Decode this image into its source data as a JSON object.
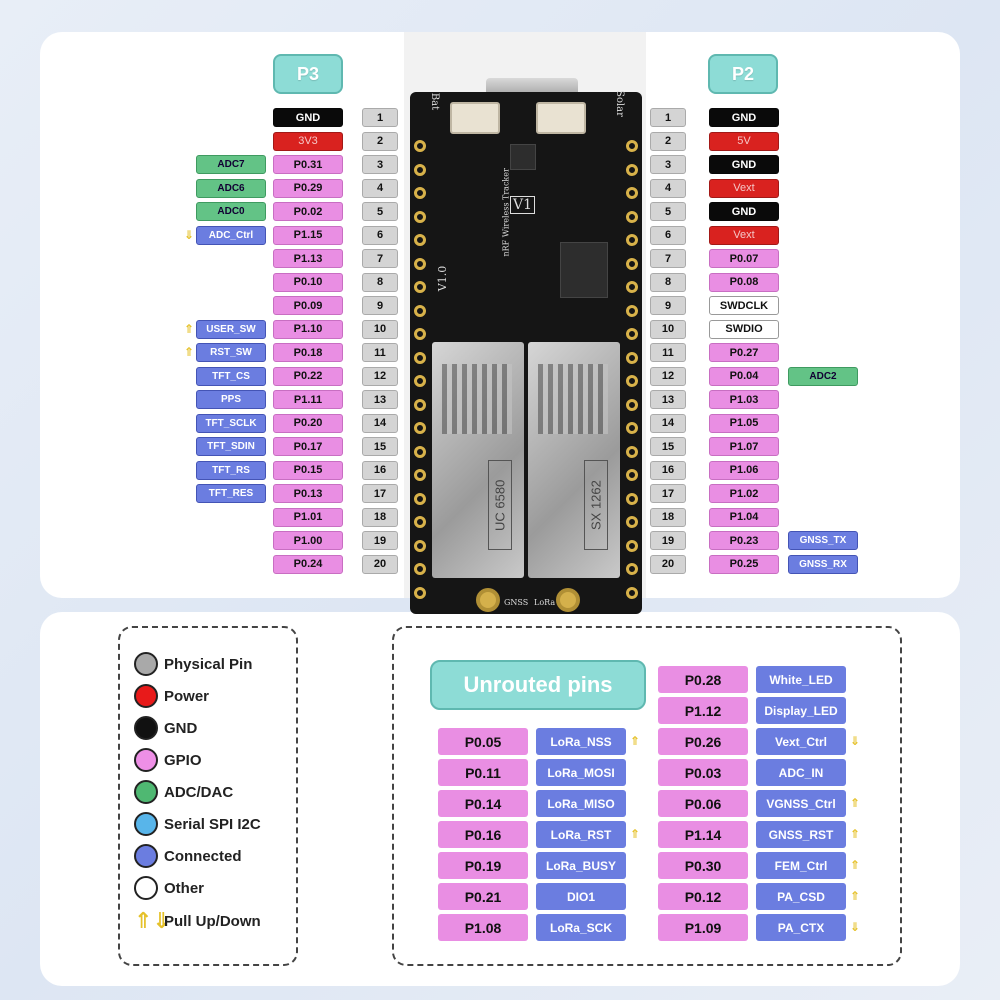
{
  "p3": {
    "title": "P3",
    "pins": [
      {
        "n": "1",
        "sig": "GND",
        "type": "gnd"
      },
      {
        "n": "2",
        "sig": "3V3",
        "type": "power"
      },
      {
        "n": "3",
        "sig": "P0.31",
        "type": "gpio",
        "label": "ADC7",
        "ltype": "adc"
      },
      {
        "n": "4",
        "sig": "P0.29",
        "type": "gpio",
        "label": "ADC6",
        "ltype": "adc"
      },
      {
        "n": "5",
        "sig": "P0.02",
        "type": "gpio",
        "label": "ADC0",
        "ltype": "adc"
      },
      {
        "n": "6",
        "sig": "P1.15",
        "type": "gpio",
        "label": "ADC_Ctrl",
        "ltype": "conn",
        "arrow": "down"
      },
      {
        "n": "7",
        "sig": "P1.13",
        "type": "gpio"
      },
      {
        "n": "8",
        "sig": "P0.10",
        "type": "gpio"
      },
      {
        "n": "9",
        "sig": "P0.09",
        "type": "gpio"
      },
      {
        "n": "10",
        "sig": "P1.10",
        "type": "gpio",
        "label": "USER_SW",
        "ltype": "conn",
        "arrow": "up"
      },
      {
        "n": "11",
        "sig": "P0.18",
        "type": "gpio",
        "label": "RST_SW",
        "ltype": "conn",
        "arrow": "up"
      },
      {
        "n": "12",
        "sig": "P0.22",
        "type": "gpio",
        "label": "TFT_CS",
        "ltype": "conn"
      },
      {
        "n": "13",
        "sig": "P1.11",
        "type": "gpio",
        "label": "PPS",
        "ltype": "conn"
      },
      {
        "n": "14",
        "sig": "P0.20",
        "type": "gpio",
        "label": "TFT_SCLK",
        "ltype": "conn"
      },
      {
        "n": "15",
        "sig": "P0.17",
        "type": "gpio",
        "label": "TFT_SDIN",
        "ltype": "conn"
      },
      {
        "n": "16",
        "sig": "P0.15",
        "type": "gpio",
        "label": "TFT_RS",
        "ltype": "conn"
      },
      {
        "n": "17",
        "sig": "P0.13",
        "type": "gpio",
        "label": "TFT_RES",
        "ltype": "conn"
      },
      {
        "n": "18",
        "sig": "P1.01",
        "type": "gpio"
      },
      {
        "n": "19",
        "sig": "P1.00",
        "type": "gpio"
      },
      {
        "n": "20",
        "sig": "P0.24",
        "type": "gpio"
      }
    ]
  },
  "p2": {
    "title": "P2",
    "pins": [
      {
        "n": "1",
        "sig": "GND",
        "type": "gnd"
      },
      {
        "n": "2",
        "sig": "5V",
        "type": "power"
      },
      {
        "n": "3",
        "sig": "GND",
        "type": "gnd"
      },
      {
        "n": "4",
        "sig": "Vext",
        "type": "power"
      },
      {
        "n": "5",
        "sig": "GND",
        "type": "gnd"
      },
      {
        "n": "6",
        "sig": "Vext",
        "type": "power"
      },
      {
        "n": "7",
        "sig": "P0.07",
        "type": "gpio"
      },
      {
        "n": "8",
        "sig": "P0.08",
        "type": "gpio"
      },
      {
        "n": "9",
        "sig": "SWDCLK",
        "type": "other"
      },
      {
        "n": "10",
        "sig": "SWDIO",
        "type": "other"
      },
      {
        "n": "11",
        "sig": "P0.27",
        "type": "gpio"
      },
      {
        "n": "12",
        "sig": "P0.04",
        "type": "gpio",
        "label": "ADC2",
        "ltype": "adc"
      },
      {
        "n": "13",
        "sig": "P1.03",
        "type": "gpio"
      },
      {
        "n": "14",
        "sig": "P1.05",
        "type": "gpio"
      },
      {
        "n": "15",
        "sig": "P1.07",
        "type": "gpio"
      },
      {
        "n": "16",
        "sig": "P1.06",
        "type": "gpio"
      },
      {
        "n": "17",
        "sig": "P1.02",
        "type": "gpio"
      },
      {
        "n": "18",
        "sig": "P1.04",
        "type": "gpio"
      },
      {
        "n": "19",
        "sig": "P0.23",
        "type": "gpio",
        "label": "GNSS_TX",
        "ltype": "conn"
      },
      {
        "n": "20",
        "sig": "P0.25",
        "type": "gpio",
        "label": "GNSS_RX",
        "ltype": "conn"
      }
    ]
  },
  "board": {
    "shield_left": "UC 6580",
    "shield_right": "SX 1262",
    "version": "V1.0",
    "v1_mark": "V1",
    "product": "nRF Wireless Tracker",
    "gnss_label": "GNSS",
    "lora_label": "LoRa",
    "bat_label": "Bat",
    "solar_label": "Solar"
  },
  "legend": {
    "items": [
      {
        "label": "Physical Pin",
        "color": "#a9a9a9"
      },
      {
        "label": "Power",
        "color": "#e81a1a"
      },
      {
        "label": "GND",
        "color": "#111111"
      },
      {
        "label": "GPIO",
        "color": "#ee8fe6"
      },
      {
        "label": "ADC/DAC",
        "color": "#4fb872"
      },
      {
        "label": "Serial SPI I2C",
        "color": "#58b5ea"
      },
      {
        "label": "Connected",
        "color": "#6b7de0"
      },
      {
        "label": "Other",
        "color": "#ffffff"
      }
    ],
    "pull_label": "Pull Up/Down"
  },
  "unrouted": {
    "title": "Unrouted pins",
    "left": [
      {
        "sig": "P0.05",
        "label": "LoRa_NSS",
        "arrow": "up"
      },
      {
        "sig": "P0.11",
        "label": "LoRa_MOSI"
      },
      {
        "sig": "P0.14",
        "label": "LoRa_MISO"
      },
      {
        "sig": "P0.16",
        "label": "LoRa_RST",
        "arrow": "up"
      },
      {
        "sig": "P0.19",
        "label": "LoRa_BUSY"
      },
      {
        "sig": "P0.21",
        "label": "DIO1"
      },
      {
        "sig": "P1.08",
        "label": "LoRa_SCK"
      }
    ],
    "right": [
      {
        "sig": "P0.28",
        "label": "White_LED"
      },
      {
        "sig": "P1.12",
        "label": "Display_LED"
      },
      {
        "sig": "P0.26",
        "label": "Vext_Ctrl",
        "arrow": "down"
      },
      {
        "sig": "P0.03",
        "label": "ADC_IN"
      },
      {
        "sig": "P0.06",
        "label": "VGNSS_Ctrl",
        "arrow": "up"
      },
      {
        "sig": "P1.14",
        "label": "GNSS_RST",
        "arrow": "up"
      },
      {
        "sig": "P0.30",
        "label": "FEM_Ctrl",
        "arrow": "up"
      },
      {
        "sig": "P0.12",
        "label": "PA_CSD",
        "arrow": "up"
      },
      {
        "sig": "P1.09",
        "label": "PA_CTX",
        "arrow": "down"
      }
    ]
  }
}
